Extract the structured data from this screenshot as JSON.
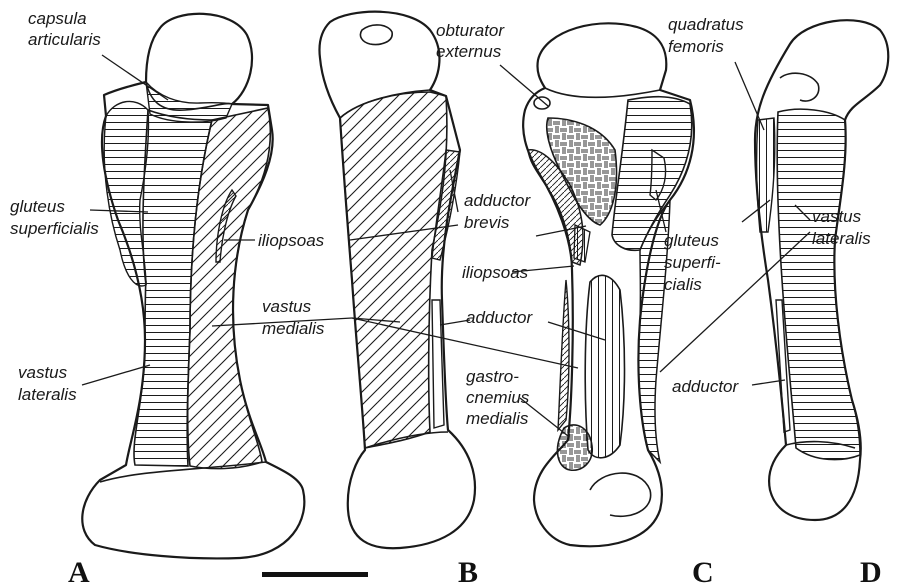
{
  "panels": [
    "A",
    "B",
    "C",
    "D"
  ],
  "labels": {
    "capsula_articularis": [
      "capsula",
      "articularis"
    ],
    "gluteus_superficialis_a": [
      "gluteus",
      "superficialis"
    ],
    "vastus_lateralis_a": [
      "vastus",
      "lateralis"
    ],
    "iliopsoas_a": "iliopsoas",
    "vastus_medialis": [
      "vastus",
      "medialis"
    ],
    "adductor_brevis": [
      "adductor",
      "brevis"
    ],
    "iliopsoas_b": "iliopsoas",
    "adductor_b": "adductor",
    "gastrocnemius_medialis": [
      "gastro-",
      "cnemius",
      "medialis"
    ],
    "obturator_externus": [
      "obturator",
      "externus"
    ],
    "quadratus_femoris": [
      "quadratus",
      "femoris"
    ],
    "gluteus_superficialis_c": [
      "gluteus",
      "superfi-",
      "cialis"
    ],
    "vastus_lateralis_d": [
      "vastus",
      "lateralis"
    ],
    "adductor_d": "adductor"
  }
}
